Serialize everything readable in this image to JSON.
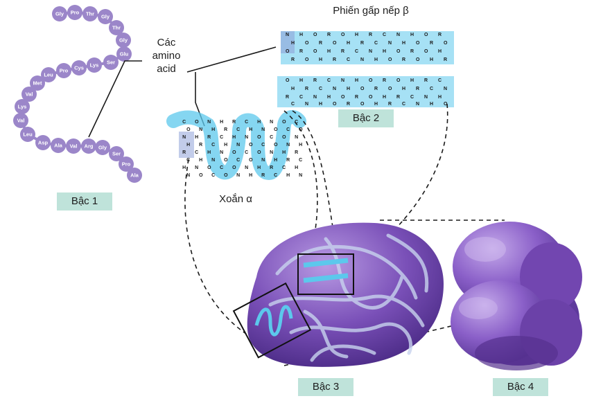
{
  "labels": {
    "level1": "Bậc 1",
    "level2": "Bậc 2",
    "level3": "Bậc 3",
    "level4": "Bậc 4",
    "amino_acids_line1": "Các",
    "amino_acids_line2": "amino",
    "amino_acids_line3": "acid",
    "beta_sheet": "Phiến gấp nếp β",
    "alpha_helix": "Xoắn α"
  },
  "amino_acid_chain": [
    "Gly",
    "Pro",
    "Thr",
    "Gly",
    "Thr",
    "Gly",
    "Glu",
    "Ser",
    "Lys",
    "Cys",
    "Pro",
    "Leu",
    "Met",
    "Val",
    "Lys",
    "Val",
    "Leu",
    "Asp",
    "Ala",
    "Val",
    "Arg",
    "Gly",
    "Ser",
    "Pro",
    "Ala"
  ],
  "colors": {
    "bead": "#9b86c9",
    "label_bg": "#bfe3da",
    "helix": "#5cc8ec",
    "protein_purple": "#7a50b8",
    "protein_dark": "#4a2a85",
    "outline": "#1a1a1a"
  }
}
